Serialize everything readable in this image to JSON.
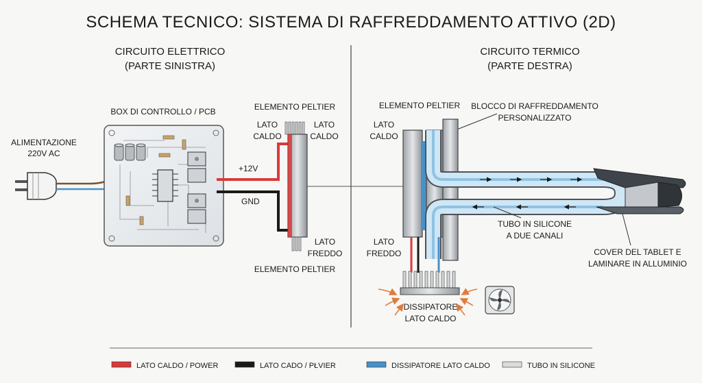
{
  "title": "SCHEMA TECNICO: SISTEMA DI RAFFREDDAMENTO ATTIVO (2D)",
  "left_section": {
    "title_line1": "CIRCUITO ELETTRICO",
    "title_line2": "(PARTE SINISTRA)",
    "power_label_line1": "ALIMENTAZIONE",
    "power_label_line2": "220V AC",
    "pcb_label": "BOX DI CONTROLLO / PCB",
    "wire_positive": "+12V",
    "wire_ground": "GND",
    "peltier_top_label": "ELEMENTO PELTIER",
    "hot_side_left_line1": "LATO",
    "hot_side_left_line2": "CALDO",
    "hot_side_right_line1": "LATO",
    "hot_side_right_line2": "CALDO",
    "cold_side_line1": "LATO",
    "cold_side_line2": "FREDDO",
    "peltier_bottom_label": "ELEMENTO PELTIER"
  },
  "right_section": {
    "title_line1": "CIRCUITO TERMICO",
    "title_line2": "(PARTE DESTRA)",
    "peltier_label": "ELEMENTO PELTIER",
    "hot_side_line1": "LATO",
    "hot_side_line2": "CALDO",
    "block_label_line1": "BLOCCO DI RAFFREDDAMENTO",
    "block_label_line2": "PERSONALIZZATO",
    "tube_label_line1": "TUBO IN SILICONE",
    "tube_label_line2": "A DUE CANALI",
    "cold_side_line1": "LATO",
    "cold_side_line2": "FREDDO",
    "heatsink_label_line1": "DISSIPATORE",
    "heatsink_label_line2": "LATO CALDO",
    "cover_label_line1": "COVER DEL TABLET E",
    "cover_label_line2": "LAMINARE IN ALLUMINIO"
  },
  "legend": [
    {
      "label": "LATO CALDO / POWER",
      "color": "#d93a3a"
    },
    {
      "label": "LATO CADO / PŁVIER",
      "color": "#1a1a1a"
    },
    {
      "label": "DISSIPATORE LATO CALDO",
      "color": "#4a90c8"
    },
    {
      "label": "TUBO IN SILICONE",
      "color": "#dcdcdc"
    }
  ],
  "colors": {
    "hot": "#d93a3a",
    "ground": "#1a1a1a",
    "cool": "#4a90c8",
    "tube_fill": "#cfe6f5",
    "metal": "#bfc3c7",
    "heat_arrow": "#e07b3c"
  }
}
